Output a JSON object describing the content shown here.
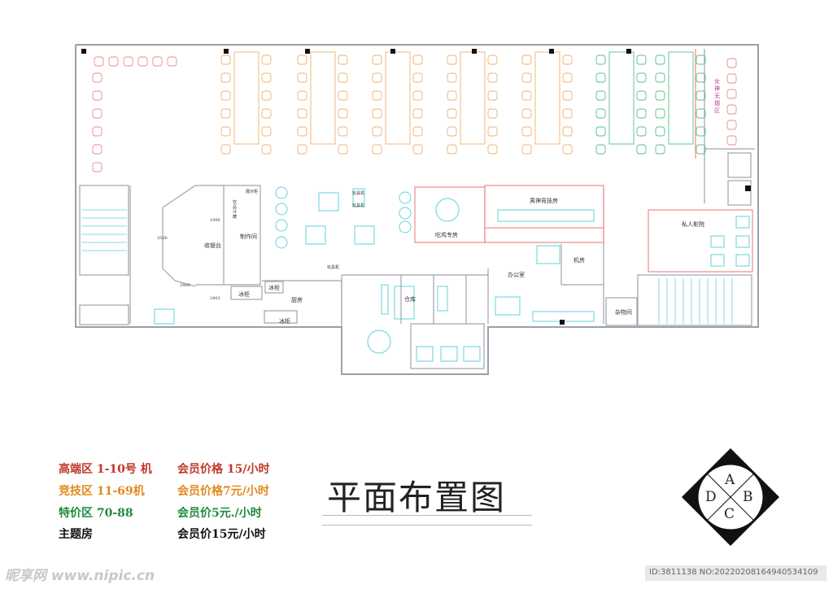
{
  "rooms": {
    "goddess_zone": "女神无烟区",
    "production": "制作间",
    "cashier": "收银台",
    "fridge_a": "冰柜",
    "fridge_b": "冰柜",
    "fridge_c": "冰柜",
    "kitchen": "厨房",
    "warehouse": "仓库",
    "chicken_room": "吃鸡专房",
    "male_arena": "男神竞技房",
    "office": "办公室",
    "server_room": "机房",
    "storage": "杂物间",
    "private_cinema": "私人影院",
    "toy_a": "玩具机",
    "toy_b": "玩具机",
    "toy_c": "玩具机",
    "small_1": "展示柜",
    "small_2": "饮品冷藏",
    "dim_1": "2500",
    "dim_2": "2400",
    "dim_3": "1900",
    "dim_4": "2403"
  },
  "legend": [
    {
      "zone": "高端区 1-10号 机",
      "price": "会员价格 15/小时",
      "color": "#c0392b"
    },
    {
      "zone": "竞技区 11-69机",
      "price": "会员价格7元/小时",
      "color": "#e08a1e"
    },
    {
      "zone": "特价区 70-88",
      "price": "会员价5元./小时",
      "color": "#1e8a3c"
    },
    {
      "zone": "主题房",
      "price": "会员价15元/小时",
      "color": "#111111"
    }
  ],
  "title": "平面布置图",
  "compass": {
    "a": "A",
    "b": "B",
    "c": "C",
    "d": "D"
  },
  "watermark": "昵享网 www.nipic.cn",
  "footer_id": "ID:3811138 NO:20220208164940534109",
  "colors": {
    "wall": "#9aa0aa",
    "cyan": "#5fd3d9",
    "pink": "#f08a8a",
    "orange": "#f0b070",
    "green": "#56c08a",
    "magenta": "#c03a9a"
  }
}
